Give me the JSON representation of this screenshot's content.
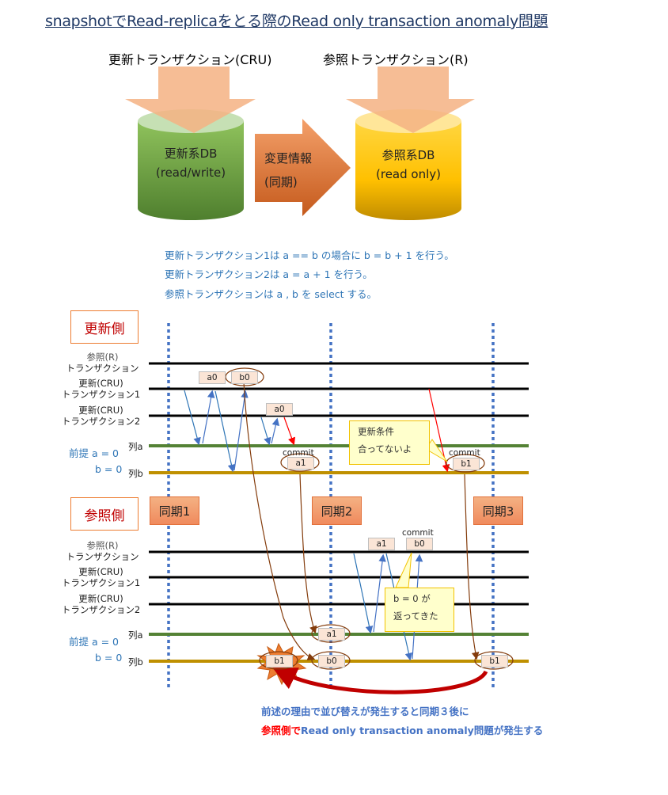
{
  "title": "snapshotでRead-replicaをとる際のRead only transaction anomaly問題",
  "top_diagram": {
    "update_tx_label": "更新トランザクション(CRU)",
    "read_tx_label": "参照トランザクション(R)",
    "update_db": {
      "name": "更新系DB",
      "mode": "(read/write)"
    },
    "sync_arrow": {
      "line1": "変更情報",
      "line2": "(同期)"
    },
    "read_db": {
      "name": "参照系DB",
      "mode": "(read only)"
    }
  },
  "description": [
    "更新トランザクション1は a == b の場合に b = b + 1 を行う。",
    "更新トランザクション2は a = a + 1 を行う。",
    "参照トランザクションは a , b を select する。"
  ],
  "update_side": {
    "label": "更新側",
    "rows": {
      "read_tx": {
        "line1": "参照(R)",
        "line2": "トランザクション"
      },
      "update_tx1": {
        "line1": "更新(CRU)",
        "line2": "トランザクション1"
      },
      "update_tx2": {
        "line1": "更新(CRU)",
        "line2": "トランザクション2"
      },
      "col_a": "列a",
      "col_b": "列b"
    },
    "premise_a": "前提 a = 0",
    "premise_b": "b = 0",
    "values": {
      "tx1_a": "a0",
      "tx1_b": "b0",
      "tx2_a": "a0",
      "commit_a1_label": "commit",
      "commit_a1": "a1",
      "commit_b1_label": "commit",
      "commit_b1": "b1"
    },
    "callout": {
      "line1": "更新条件",
      "line2": "合ってないよ"
    }
  },
  "sync_labels": [
    "同期1",
    "同期2",
    "同期3"
  ],
  "read_side": {
    "label": "参照側",
    "rows": {
      "read_tx": {
        "line1": "参照(R)",
        "line2": "トランザクション"
      },
      "update_tx1": {
        "line1": "更新(CRU)",
        "line2": "トランザクション1"
      },
      "update_tx2": {
        "line1": "更新(CRU)",
        "line2": "トランザクション2"
      },
      "col_a": "列a",
      "col_b": "列b"
    },
    "premise_a": "前提 a = 0",
    "premise_b": "b = 0",
    "values": {
      "read_a": "a1",
      "commit_label": "commit",
      "read_b": "b0",
      "col_a_a1": "a1",
      "col_b_b1_early": "b1",
      "col_b_b0": "b0",
      "col_b_b1_late": "b1"
    },
    "callout": {
      "line1": "b = 0 が",
      "line2": "返ってきた"
    }
  },
  "footer": {
    "line1": "前述の理由で並び替えが発生すると同期３後に",
    "line2_red": "参照側で",
    "line2_rest": "Read only transaction anomaly問題が発生する"
  },
  "colors": {
    "title": "#1f3864",
    "description": "#2e75b6",
    "col_a_line": "#548235",
    "col_b_line": "#bf9000",
    "sync_divider": "#4472c4",
    "value_box": "#fbe5d6",
    "reorder_arrow": "#c00000"
  }
}
